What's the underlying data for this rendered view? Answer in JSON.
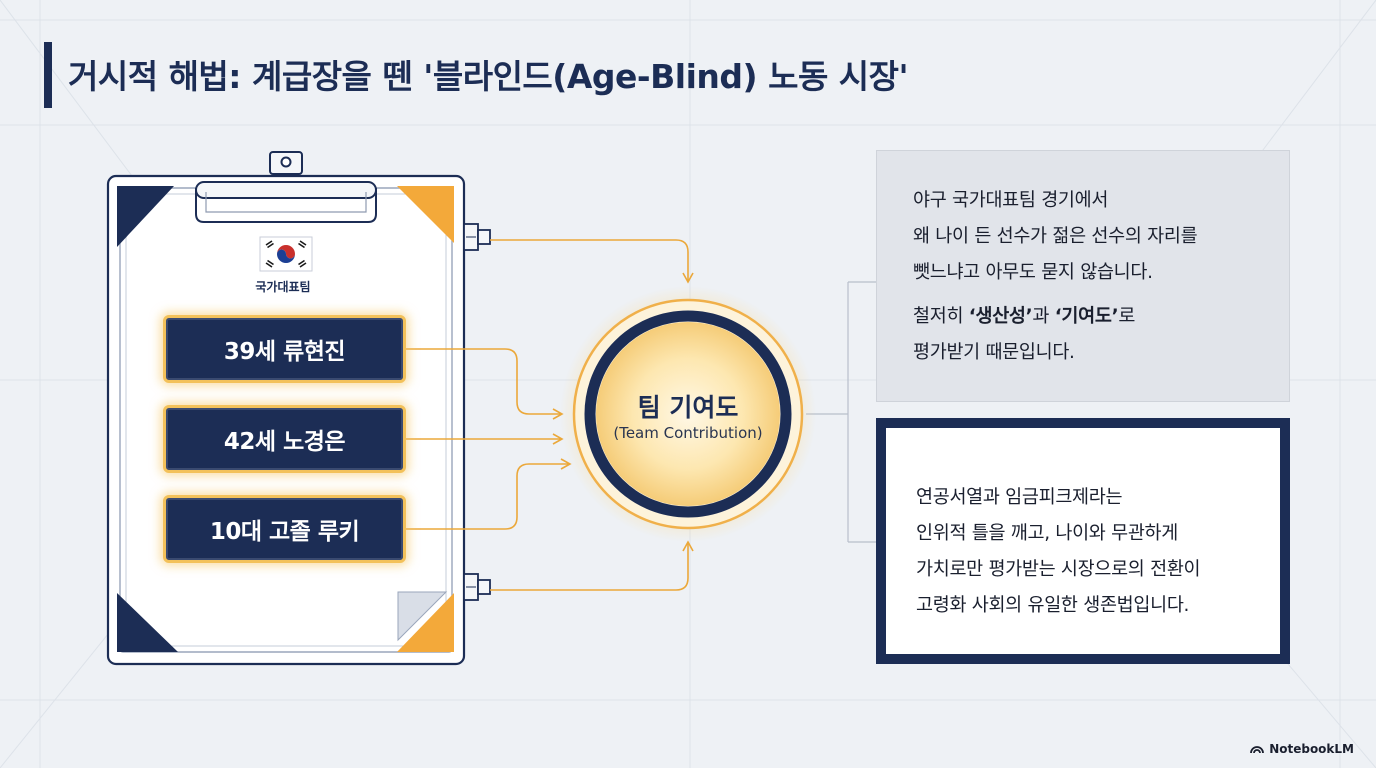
{
  "title": "거시적 해법: 계급장을 뗀 '블라인드(Age-Blind) 노동 시장'",
  "clipboard": {
    "team_label": "국가대표팀",
    "players": [
      "39세 류현진",
      "42세 노경은",
      "10대 고졸 루키"
    ]
  },
  "center": {
    "title": "팀 기여도",
    "subtitle": "(Team Contribution)"
  },
  "gray_box": {
    "line1": "야구 국가대표팀 경기에서",
    "line2": "왜 나이 든 선수가 젊은 선수의 자리를",
    "line3": "뺏느냐고 아무도 묻지 않습니다.",
    "line4_pre": "철저히 ",
    "line4_bold1": "‘생산성’",
    "line4_mid": "과 ",
    "line4_bold2": "‘기여도’",
    "line4_post": "로",
    "line5": "평가받기 때문입니다."
  },
  "navy_box": {
    "lines": [
      "연공서열과 임금피크제라는",
      "인위적 틀을 깨고, 나이와 무관하게",
      "가치로만 평가받는 시장으로의 전환이",
      "고령화 사회의 유일한 생존법입니다."
    ]
  },
  "brand": "NotebookLM",
  "colors": {
    "navy": "#1c2d55",
    "gold": "#f3a93a",
    "glow": "#fde6a8",
    "background": "#eef1f5"
  },
  "icons": [
    "korea-flag-icon",
    "notebooklm-logo-icon"
  ]
}
